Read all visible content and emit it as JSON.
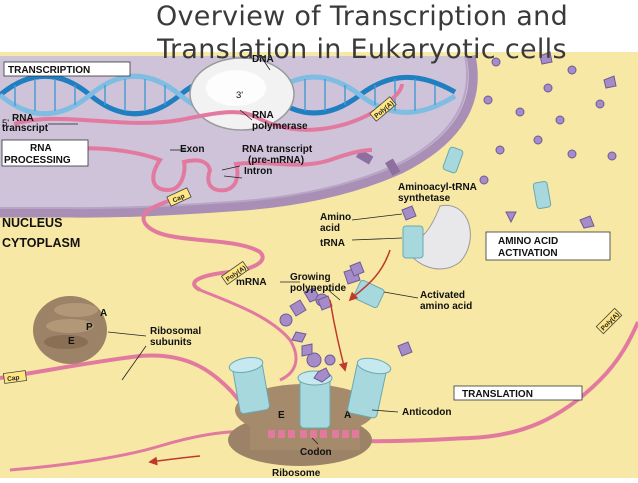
{
  "slide": {
    "title_line1": "Overview of Transcription and",
    "title_line2": "Translation in Eukaryotic cells"
  },
  "sections": {
    "transcription": "TRANSCRIPTION",
    "rna_processing_1": "RNA",
    "rna_processing_2": "PROCESSING",
    "nucleus": "NUCLEUS",
    "cytoplasm": "CYTOPLASM",
    "amino_acid_activation_1": "AMINO ACID",
    "amino_acid_activation_2": "ACTIVATION",
    "translation": "TRANSLATION"
  },
  "labels": {
    "dna": "DNA",
    "three_prime": "3'",
    "five_prime": "5'",
    "rna_transcript_1": "RNA",
    "rna_transcript_2": "transcript",
    "rna_polymerase_1": "RNA",
    "rna_polymerase_2": "polymerase",
    "exon": "Exon",
    "pre_mrna_1": "RNA transcript",
    "pre_mrna_2": "(pre-mRNA)",
    "intron": "Intron",
    "aminoacyl_1": "Aminoacyl-tRNA",
    "aminoacyl_2": "synthetase",
    "amino_acid_1": "Amino",
    "amino_acid_2": "acid",
    "trna": "tRNA",
    "mrna": "mRNA",
    "growing_1": "Growing",
    "growing_2": "polypeptide",
    "activated_1": "Activated",
    "activated_2": "amino acid",
    "ribosomal_1": "Ribosomal",
    "ribosomal_2": "subunits",
    "anticodon": "Anticodon",
    "codon": "Codon",
    "ribosome": "Ribosome",
    "site_a_sub": "A",
    "site_p_sub": "P",
    "site_e_sub": "E",
    "site_e": "E",
    "site_a": "A",
    "cap": "Cap",
    "poly_a": "Poly(A)"
  },
  "colors": {
    "cytoplasm": "#f7e8a5",
    "nucleus": "#cfc3d9",
    "nuclear_envelope": "#a98fb5",
    "mrna": "#e27aa0",
    "dna_strand_a": "#1f7fc0",
    "dna_strand_b": "#7fbde3",
    "polymerase": "#f2f2f2",
    "ribosome": "#9c8266",
    "trna": "#a6d8de",
    "amino_acid": "#a58cc9",
    "label_box": "#ffffff"
  }
}
